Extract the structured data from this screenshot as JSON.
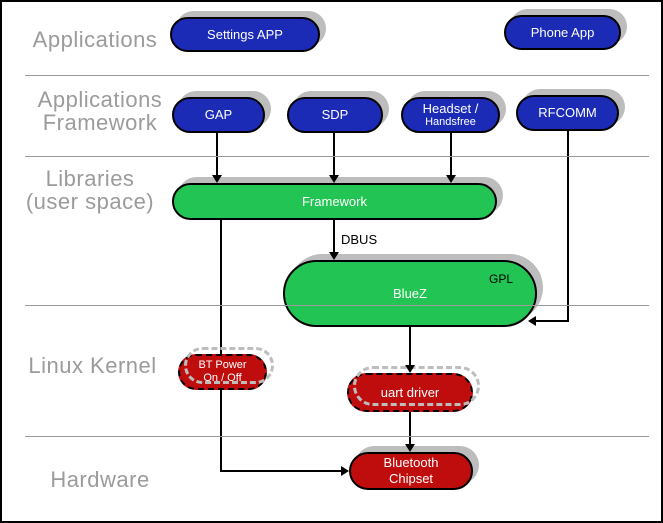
{
  "layers": [
    {
      "line1": "Applications",
      "line2": ""
    },
    {
      "line1": "Applications",
      "line2": "Framework"
    },
    {
      "line1": "Libraries",
      "line2": "(user space)"
    },
    {
      "line1": "Linux Kernel",
      "line2": ""
    },
    {
      "line1": "Hardware",
      "line2": ""
    }
  ],
  "nodes": {
    "settings_app": {
      "label": "Settings APP"
    },
    "phone_app": {
      "label": "Phone App"
    },
    "gap": {
      "label": "GAP"
    },
    "sdp": {
      "label": "SDP"
    },
    "headset": {
      "line1": "Headset /",
      "line2": "Handsfree"
    },
    "rfcomm": {
      "label": "RFCOMM"
    },
    "framework": {
      "label": "Framework"
    },
    "bluez": {
      "label": "BlueZ",
      "badge": "GPL"
    },
    "bt_power": {
      "line1": "BT Power",
      "line2": "On / Off"
    },
    "uart": {
      "label": "uart driver"
    },
    "chipset": {
      "line1": "Bluetooth",
      "line2": "Chipset"
    }
  },
  "edges": {
    "dbus_label": "DBUS"
  },
  "colors": {
    "app_blue": "#1b2bb5",
    "lib_green": "#22c553",
    "kernel_red": "#bf0d0d",
    "label_gray": "#9b9b9b",
    "shadow_gray": "#bdbdbd",
    "line_black": "#000000"
  }
}
